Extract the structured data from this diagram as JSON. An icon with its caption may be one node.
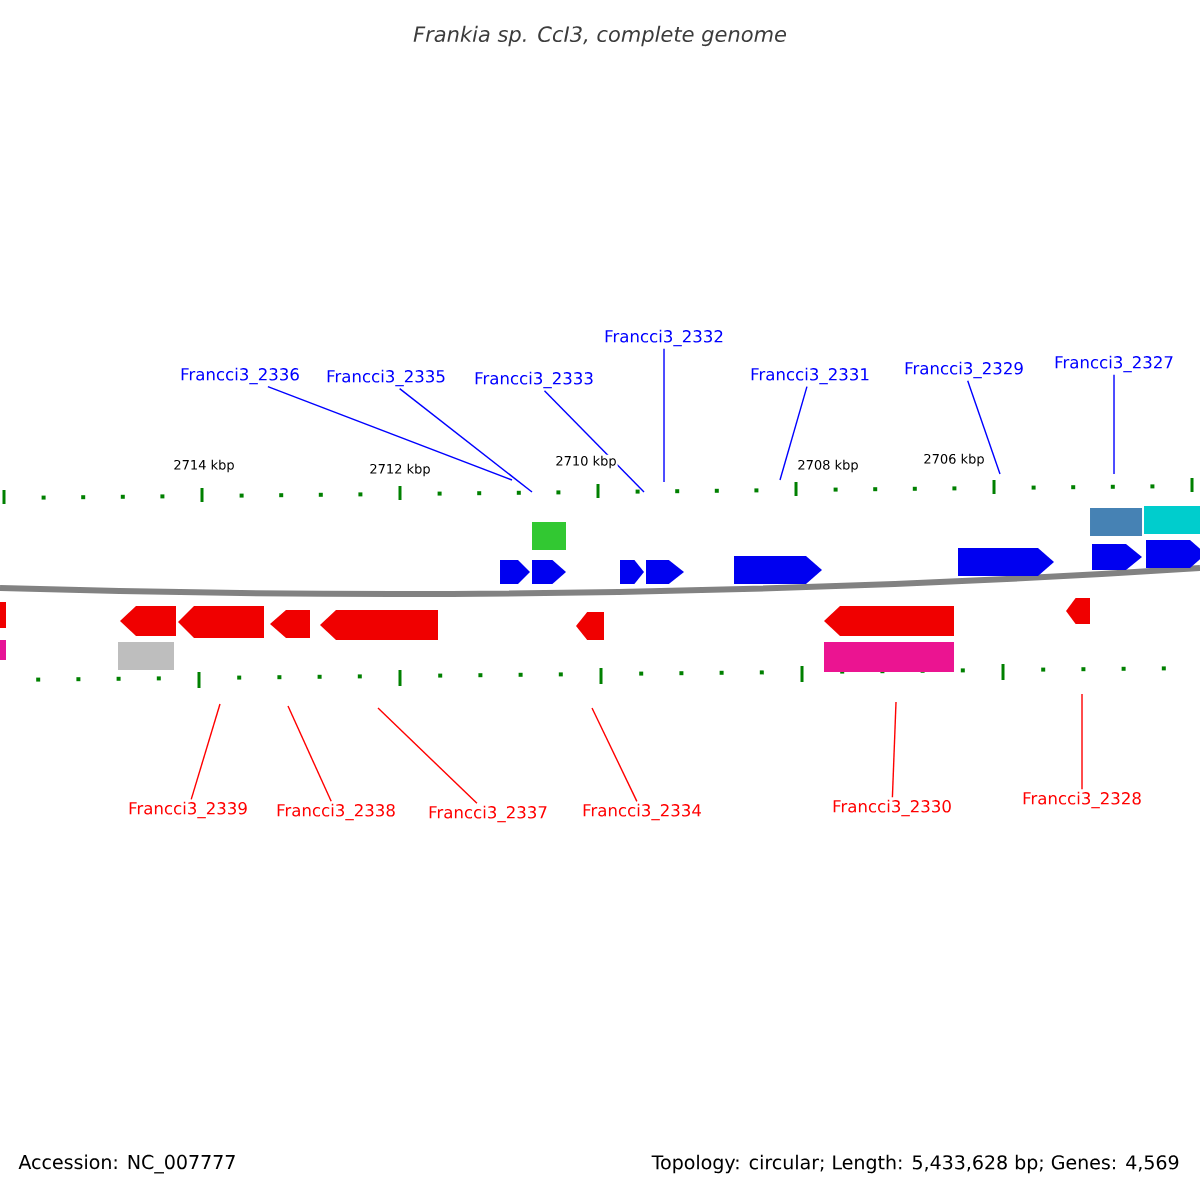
{
  "diagram": {
    "title": "Frankia sp. CcI3, complete genome",
    "nodes": [
      {
        "text": [
          "Francci3_2336"
        ]
      },
      {
        "text": [
          "Francci3_2335"
        ]
      },
      {
        "text": [
          "Francci3_2333"
        ]
      },
      {
        "text": [
          "Francci3_2332"
        ]
      },
      {
        "text": [
          "Francci3_2331"
        ]
      },
      {
        "text": [
          "Francci3_2329"
        ]
      },
      {
        "text": [
          "Francci3_2327"
        ]
      },
      {
        "text": [
          "Francci3_2339"
        ]
      },
      {
        "text": [
          "Francci3_2338"
        ]
      },
      {
        "text": [
          "Francci3_2337"
        ]
      },
      {
        "text": [
          "Francci3_2334"
        ]
      },
      {
        "text": [
          "Francci3_2330"
        ]
      },
      {
        "text": [
          "Francci3_2328"
        ]
      }
    ],
    "edges": [
      {
        "from": 0,
        "to": null,
        "arrow": "none",
        "color": "#0000ff"
      },
      {
        "from": 1,
        "to": null,
        "arrow": "none",
        "color": "#0000ff"
      },
      {
        "from": 2,
        "to": null,
        "arrow": "none",
        "color": "#0000ff"
      },
      {
        "from": 3,
        "to": null,
        "arrow": "none",
        "color": "#0000ff"
      },
      {
        "from": 4,
        "to": null,
        "arrow": "none",
        "color": "#0000ff"
      },
      {
        "from": 5,
        "to": null,
        "arrow": "none",
        "color": "#0000ff"
      },
      {
        "from": 6,
        "to": null,
        "arrow": "none",
        "color": "#0000ff"
      },
      {
        "from": 7,
        "to": null,
        "arrow": "none",
        "color": "#ff0000"
      },
      {
        "from": 8,
        "to": null,
        "arrow": "none",
        "color": "#ff0000"
      },
      {
        "from": 9,
        "to": null,
        "arrow": "none",
        "color": "#ff0000"
      },
      {
        "from": 10,
        "to": null,
        "arrow": "none",
        "color": "#ff0000"
      },
      {
        "from": 11,
        "to": null,
        "arrow": "none",
        "color": "#ff0000"
      },
      {
        "from": 12,
        "to": null,
        "arrow": "none",
        "color": "#ff0000"
      }
    ],
    "labels": [
      "2714 kbp",
      "2712 kbp",
      "2710 kbp",
      "2708 kbp",
      "2706 kbp",
      "Accession: NC_007777",
      "Topology: circular; Length: 5,433,628 bp; Genes: 4,569"
    ]
  }
}
